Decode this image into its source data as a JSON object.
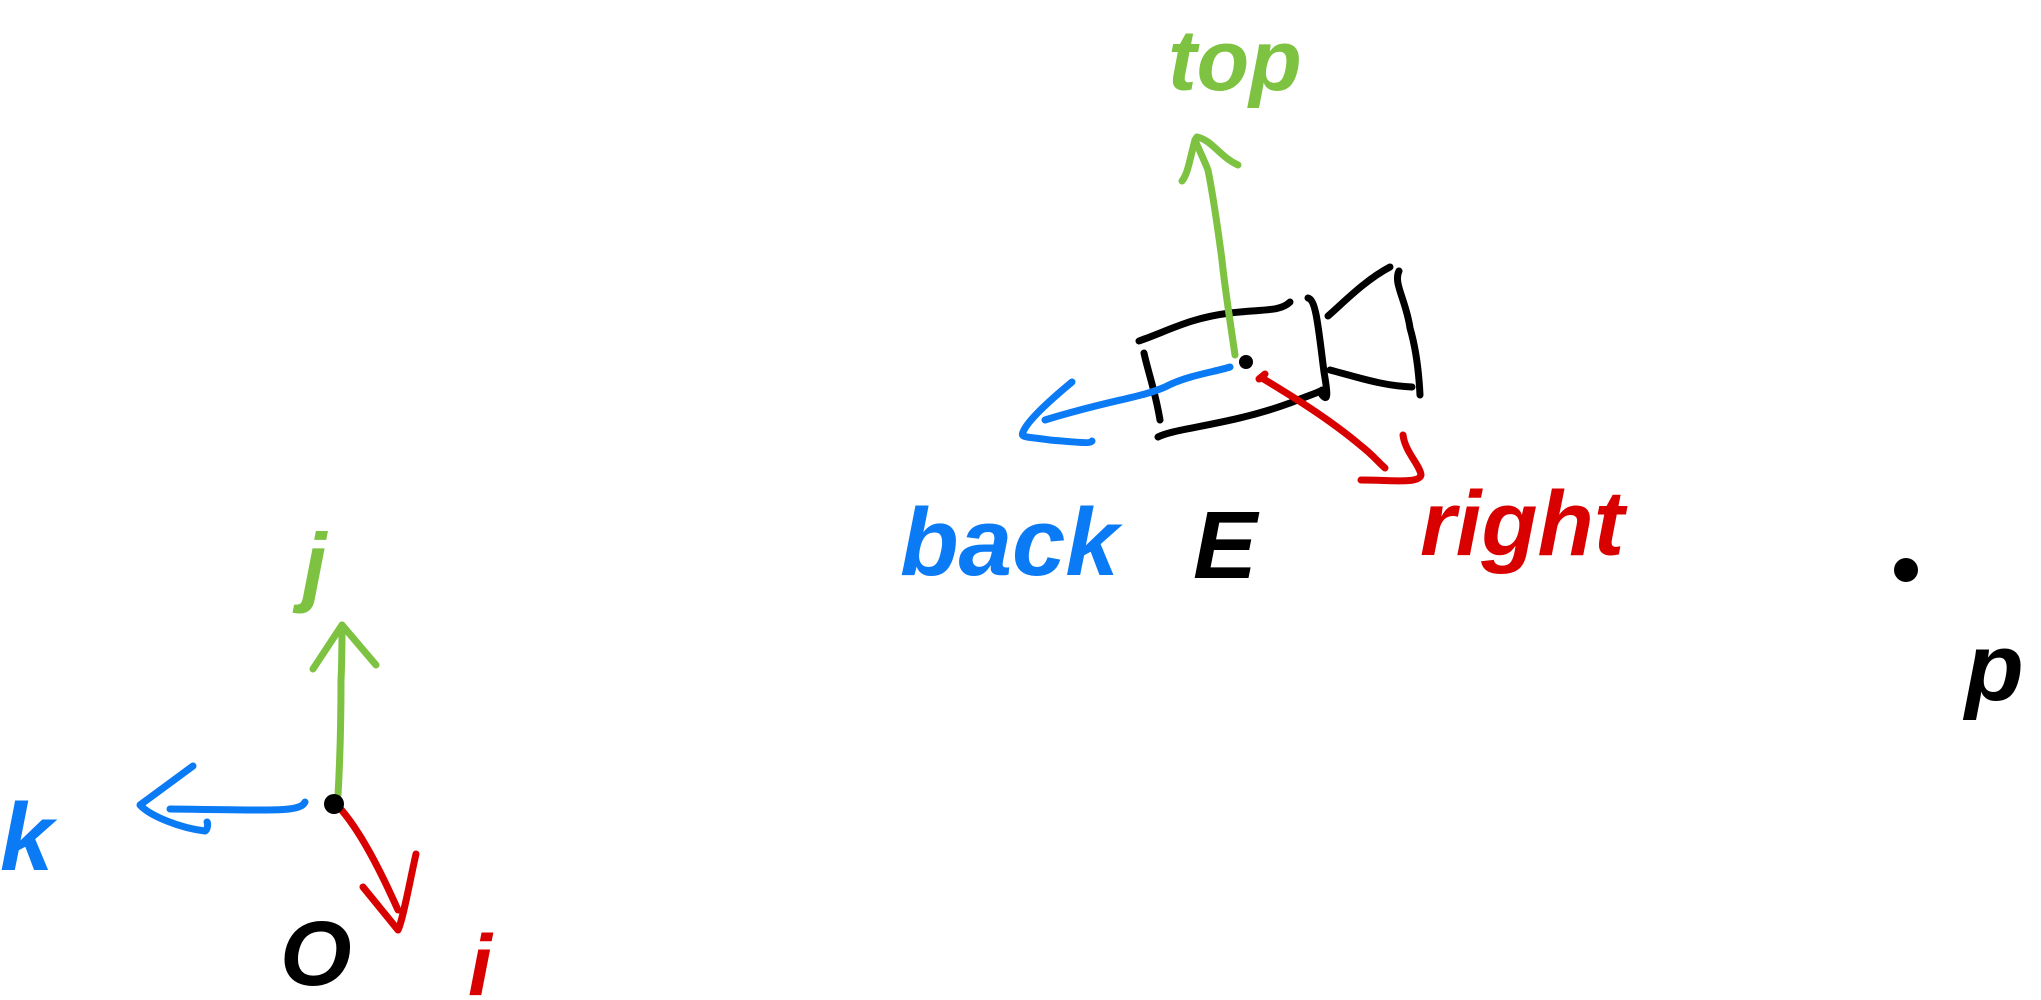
{
  "colors": {
    "red": "#d90000",
    "green": "#7dc241",
    "blue": "#0a7af5",
    "black": "#000000",
    "background": "#ffffff"
  },
  "world_frame": {
    "origin_label": "O",
    "x_axis_label": "i",
    "y_axis_label": "j",
    "z_axis_label": "k",
    "x_axis_color": "red",
    "y_axis_color": "green",
    "z_axis_color": "blue"
  },
  "camera_frame": {
    "eye_label": "E",
    "right_label": "right",
    "top_label": "top",
    "back_label": "back",
    "icon": "camera-icon"
  },
  "point": {
    "label": "p"
  }
}
